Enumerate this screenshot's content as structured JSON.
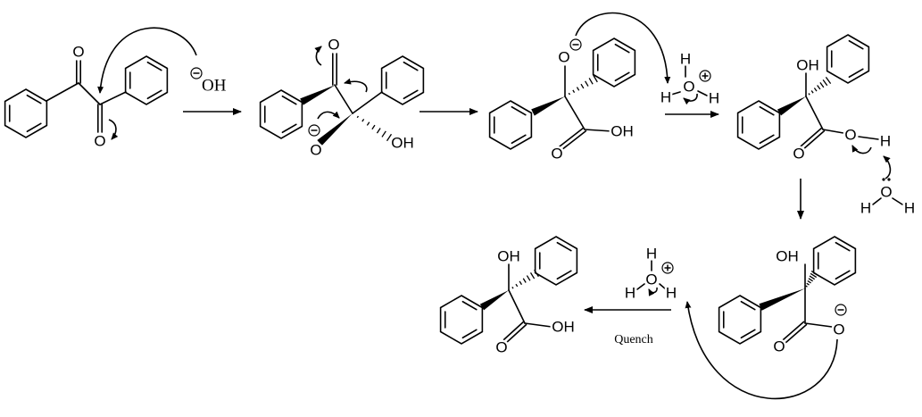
{
  "title": "Benzilic acid rearrangement mechanism",
  "reagents": {
    "hydroxide": "OH",
    "hydronium_top": {
      "o": "O",
      "h1": "H",
      "h2": "H",
      "h3": "H"
    },
    "water": {
      "o": "O",
      "h1": "H",
      "h2": "H"
    },
    "hydronium_bottom": {
      "o": "O",
      "h1": "H",
      "h2": "H",
      "h3": "H"
    }
  },
  "molecules": {
    "benzil": {
      "o1": "O",
      "o2": "O"
    },
    "tetrahedral_intermediate": {
      "o1": "O",
      "o2": "O",
      "oh": "OH"
    },
    "alkoxide_acid": {
      "o1": "O",
      "o2": "O",
      "oh": "OH"
    },
    "benzilic_acid_intermediate": {
      "oh": "OH",
      "o1": "O",
      "o2": "O",
      "h": "H"
    },
    "carboxylate": {
      "oh": "OH",
      "o1": "O",
      "o2": "O"
    },
    "product": {
      "oh": "OH",
      "o1": "O",
      "oh2": "OH"
    }
  },
  "conditions": {
    "quench": "Quench"
  }
}
